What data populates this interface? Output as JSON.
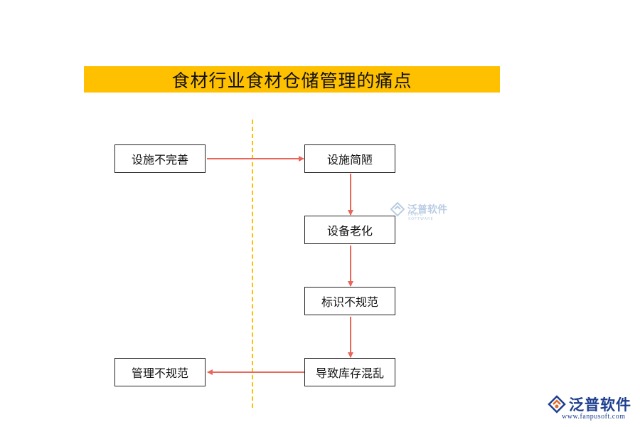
{
  "title": "食材行业食材仓储管理的痛点",
  "nodes": {
    "facilities_incomplete": "设施不完善",
    "facilities_simple": "设施简陋",
    "equipment_aging": "设备老化",
    "labeling_irregular": "标识不规范",
    "storage_chaos": "导致库存混乱",
    "management_irregular": "管理不规范"
  },
  "watermark": {
    "name": "泛普软件",
    "sub": "FANPU SOFTWARE"
  },
  "logo": {
    "name": "泛普软件",
    "url": "www.fanpusoft.com"
  },
  "colors": {
    "title_bg": "#FFC000",
    "divider": "#FFC000",
    "arrow": "#E8665A",
    "node_border": "#222222",
    "logo": "#1E3F8F"
  },
  "icons": {
    "watermark": "fanpu-logo-icon",
    "logo": "fanpu-logo-icon"
  }
}
